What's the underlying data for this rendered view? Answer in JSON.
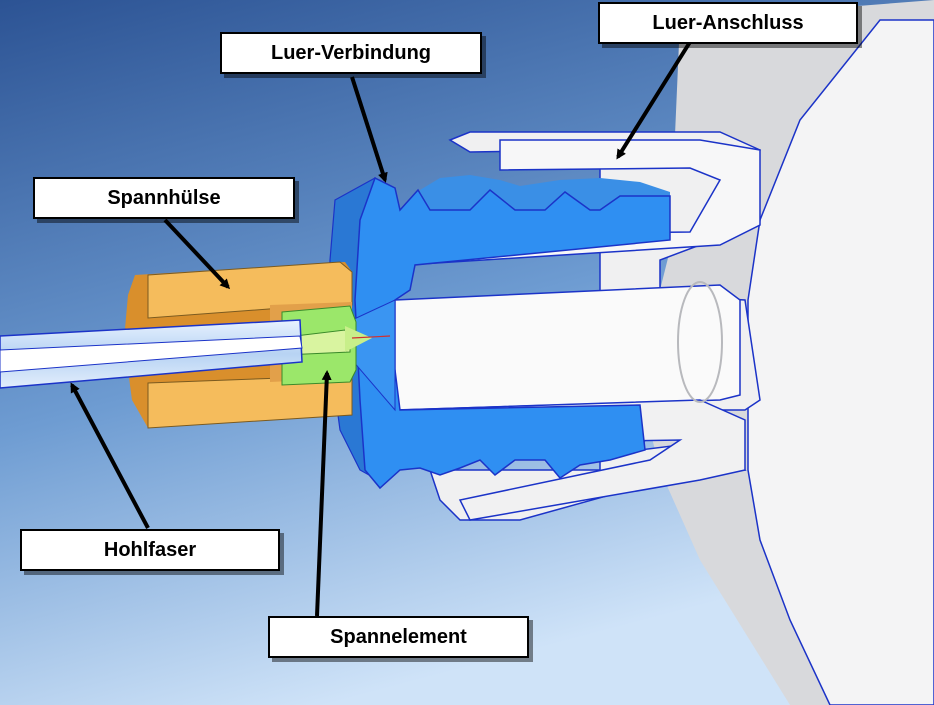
{
  "labels": {
    "luer_anschluss": "Luer-Anschluss",
    "luer_verbindung": "Luer-Verbindung",
    "spannhuelse": "Spannhülse",
    "hohlfaser": "Hohlfaser",
    "spannelement": "Spannelement"
  },
  "colors": {
    "background_top": "#2c5394",
    "background_bottom": "#cfe3f8",
    "luer_verbindung": "#2b8af0",
    "spannhuelse": "#f3b95a",
    "spannelement": "#9ee86b",
    "luer_anschluss": "#f2f2f2",
    "hohlfaser": "#9fc4ec",
    "outline": "#1b33c8"
  }
}
